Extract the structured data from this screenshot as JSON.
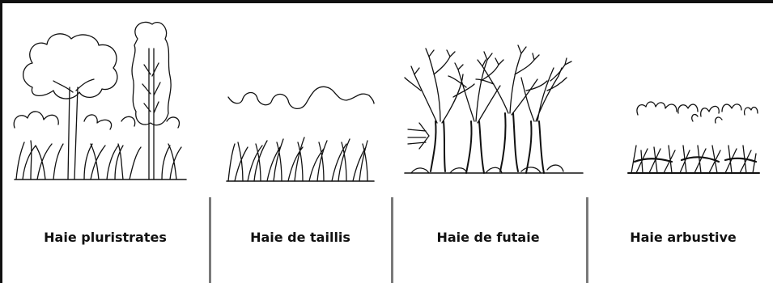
{
  "hedge_types": [
    {
      "label": "Haie pluristrates",
      "illustration": "multi-layer-hedge"
    },
    {
      "label": "Haie de taillis",
      "illustration": "coppice-hedge"
    },
    {
      "label": "Haie de futaie",
      "illustration": "high-forest-hedge"
    },
    {
      "label": "Haie arbustive",
      "illustration": "shrub-hedge"
    }
  ],
  "colors": {
    "ink": "#111111",
    "divider": "#7a7a7a",
    "background": "#ffffff"
  }
}
